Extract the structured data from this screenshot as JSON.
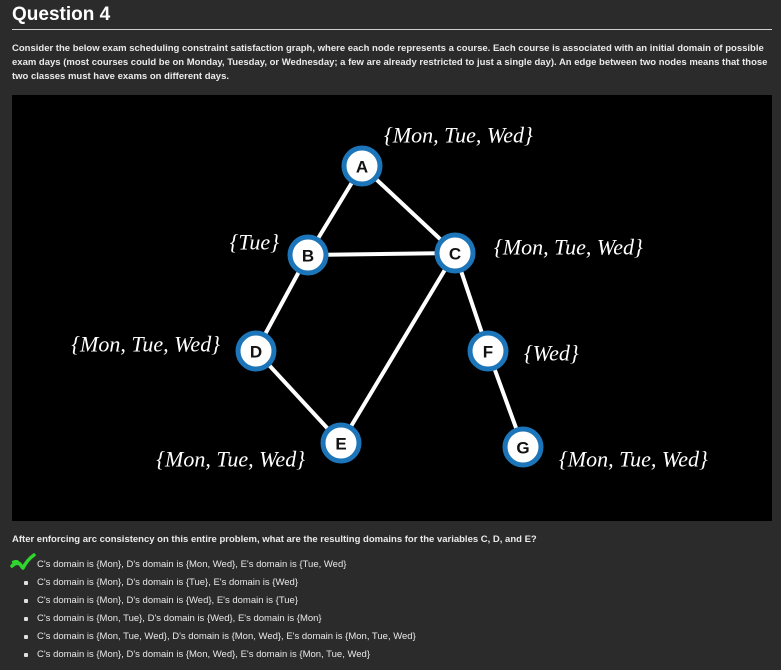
{
  "question": {
    "title": "Question 4",
    "intro": "Consider the below exam scheduling constraint satisfaction graph, where each node represents a course. Each course is associated with an initial domain of possible exam days (most courses could be on Monday, Tuesday, or Wednesday; a few are already restricted to just a single day). An edge between two nodes means that those two classes must have exams on different days.",
    "prompt": "After enforcing arc consistency on this entire problem, what are the resulting domains for the variables C, D, and E?"
  },
  "graph": {
    "nodes": [
      {
        "id": "A",
        "domain": "{Mon, Tue, Wed}"
      },
      {
        "id": "B",
        "domain": "{Tue}"
      },
      {
        "id": "C",
        "domain": "{Mon, Tue, Wed}"
      },
      {
        "id": "D",
        "domain": "{Mon, Tue, Wed}"
      },
      {
        "id": "E",
        "domain": "{Mon, Tue, Wed}"
      },
      {
        "id": "F",
        "domain": "{Wed}"
      },
      {
        "id": "G",
        "domain": "{Mon, Tue, Wed}"
      }
    ],
    "edges": [
      [
        "A",
        "B"
      ],
      [
        "A",
        "C"
      ],
      [
        "B",
        "C"
      ],
      [
        "B",
        "D"
      ],
      [
        "D",
        "E"
      ],
      [
        "C",
        "E"
      ],
      [
        "C",
        "F"
      ],
      [
        "F",
        "G"
      ]
    ],
    "node_fill": "#ffffff",
    "node_ring": "#1c74b9",
    "edge_color": "#ffffff",
    "background": "#000000"
  },
  "choices": [
    {
      "text": "C's domain is {Mon}, D's domain is {Mon, Wed}, E's domain is {Tue, Wed}",
      "marked": true
    },
    {
      "text": "C's domain is {Mon}, D's domain is {Tue}, E's domain is {Wed}",
      "marked": false
    },
    {
      "text": "C's domain is {Mon}, D's domain is {Wed}, E's domain is {Tue}",
      "marked": false
    },
    {
      "text": "C's domain is {Mon, Tue}, D's domain is {Wed}, E's domain is {Mon}",
      "marked": false
    },
    {
      "text": "C's domain is {Mon, Tue, Wed}, D's domain is {Mon, Wed}, E's domain is {Mon, Tue, Wed}",
      "marked": false
    },
    {
      "text": "C's domain is {Mon}, D's domain is {Mon, Wed}, E's domain is {Mon, Tue, Wed}",
      "marked": false
    }
  ],
  "check_mark": {
    "icon": "check-scribble-icon",
    "color": "#2fd42f"
  }
}
